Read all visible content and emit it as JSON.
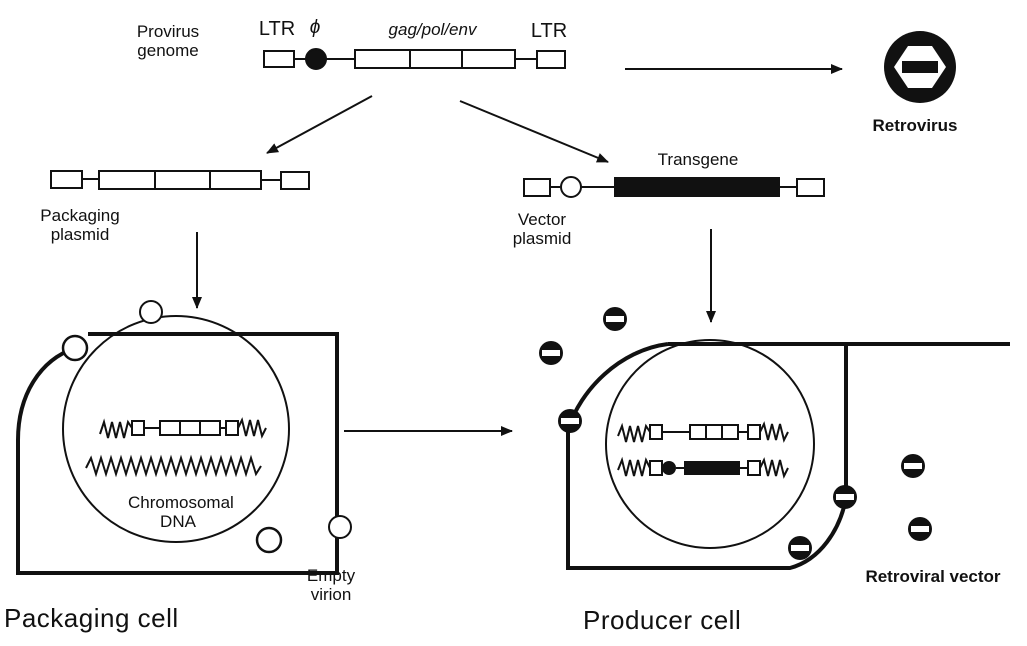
{
  "diagram": {
    "provirus_label_line1": "Provirus",
    "provirus_label_line2": "genome",
    "ltr_left": "LTR",
    "psi": "ϕ",
    "gag_pol_env": "gag/pol/env",
    "ltr_right": "LTR",
    "retrovirus": "Retrovirus",
    "transgene": "Transgene",
    "packaging_plasmid_line1": "Packaging",
    "packaging_plasmid_line2": "plasmid",
    "vector_plasmid_line1": "Vector",
    "vector_plasmid_line2": "plasmid",
    "chromosomal_line1": "Chromosomal",
    "chromosomal_line2": "DNA",
    "empty_virion_line1": "Empty",
    "empty_virion_line2": "virion",
    "retroviral_vector": "Retroviral vector",
    "packaging_cell": "Packaging cell",
    "producer_cell": "Producer cell"
  },
  "colors": {
    "ink": "#111111",
    "paper": "#ffffff"
  }
}
